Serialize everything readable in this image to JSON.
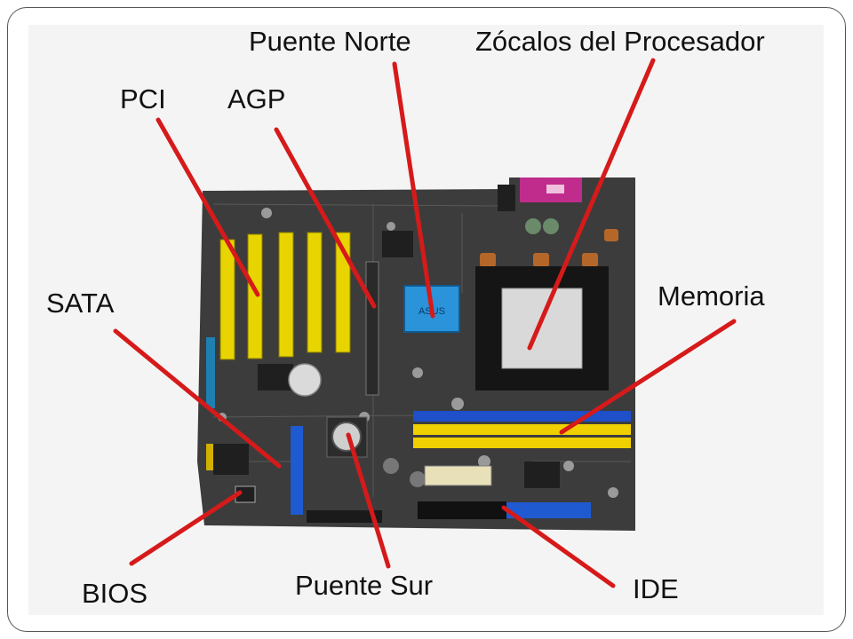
{
  "labels": {
    "puente_norte": "Puente Norte",
    "zocalos": "Zócalos del Procesador",
    "pci": "PCI",
    "agp": "AGP",
    "sata": "SATA",
    "memoria": "Memoria",
    "bios": "BIOS",
    "puente_sur": "Puente  Sur",
    "ide": "IDE"
  },
  "board": {
    "brand": "ASUS"
  },
  "colors": {
    "pointer": "#d61a1a",
    "pci_slot": "#e8d400",
    "ram_yellow": "#f0d000",
    "ram_blue": "#1f4fc9",
    "northbridge": "#2a93d9",
    "io_port": "#c02c8c",
    "pcb": "#3a3a3a"
  }
}
